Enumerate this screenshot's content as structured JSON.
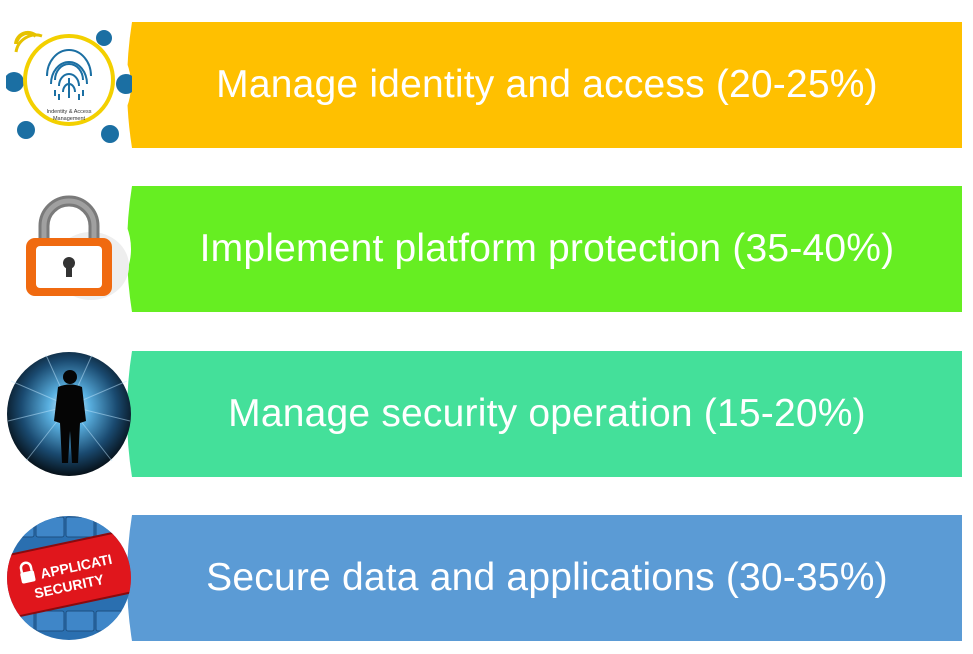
{
  "items": [
    {
      "label": "Manage identity and access (20-25%)",
      "color": "#FFC000",
      "icon": "fingerprint-icon",
      "icon_caption_1": "Indentity & Access",
      "icon_caption_2": "Management"
    },
    {
      "label": "Implement platform protection (35-40%)",
      "color": "#66EE22",
      "icon": "padlock-icon"
    },
    {
      "label": "Manage security operation (15-20%)",
      "color": "#44E09A",
      "icon": "silhouette-eye-icon"
    },
    {
      "label": "Secure data and applications (30-35%)",
      "color": "#5B9BD5",
      "icon": "application-security-icon",
      "icon_caption_1": "APPLICATI",
      "icon_caption_2": "SECURITY"
    }
  ]
}
